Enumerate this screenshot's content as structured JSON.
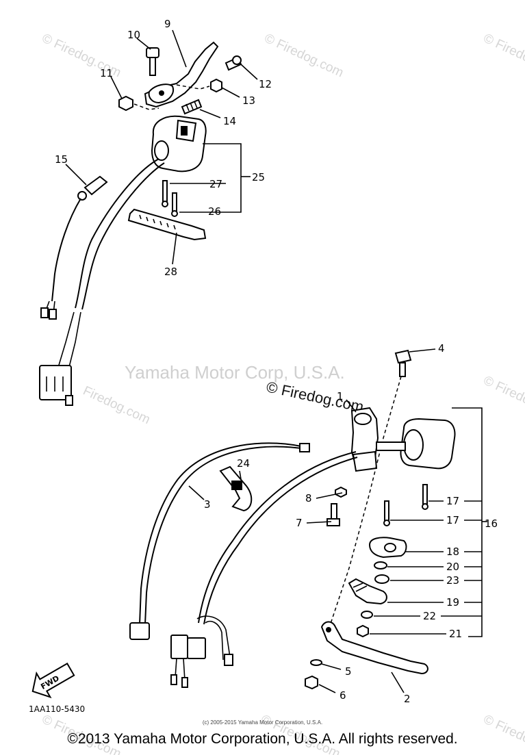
{
  "watermarks": {
    "firedog": "© Firedog.com",
    "firedog_alt": "Firedog.com",
    "yamaha_center": "Yamaha Motor Corp, U.S.A.",
    "firedog_center": "© Firedog.com"
  },
  "callouts": {
    "c1": "1",
    "c2": "2",
    "c3": "3",
    "c4": "4",
    "c5": "5",
    "c6": "6",
    "c7": "7",
    "c8": "8",
    "c9": "9",
    "c10": "10",
    "c11": "11",
    "c12": "12",
    "c13": "13",
    "c14": "14",
    "c15": "15",
    "c16": "16",
    "c17a": "17",
    "c17b": "17",
    "c18": "18",
    "c19": "19",
    "c20": "20",
    "c21": "21",
    "c22": "22",
    "c23": "23",
    "c24": "24",
    "c25": "25",
    "c26": "26",
    "c27": "27",
    "c28": "28"
  },
  "fwd_label": "FWD",
  "diagram_code": "1AA110-5430",
  "small_copyright": "(c) 2005-2015 Yamaha Motor Corporation, U.S.A.",
  "footer": "©2013 Yamaha Motor Corporation, U.S.A. All rights reserved."
}
